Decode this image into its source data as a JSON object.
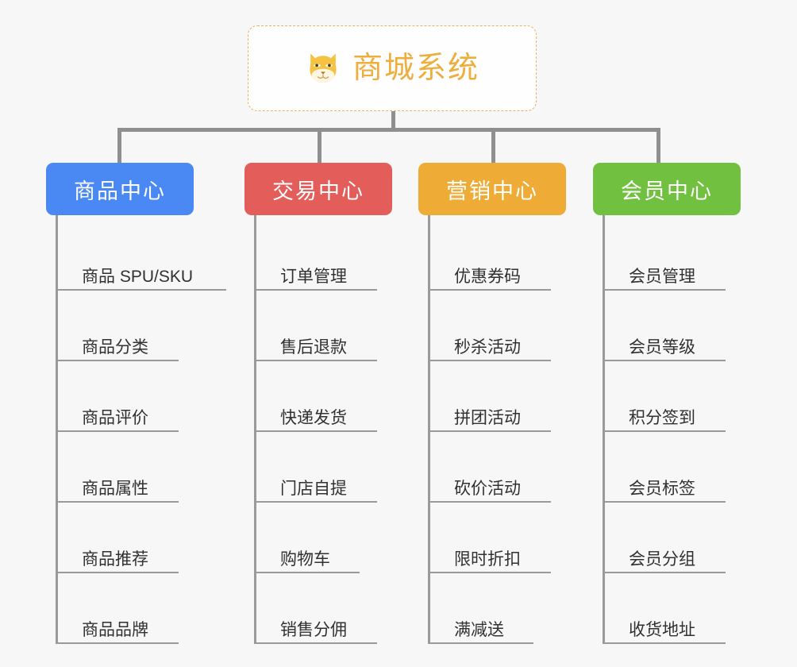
{
  "background_color": "#f7f7f7",
  "root": {
    "title": "商城系统",
    "icon": "shiba-dog-icon",
    "title_color": "#eeae3e",
    "border_color": "#e6b25f"
  },
  "connector_color": "#8f8f8f",
  "columns": [
    {
      "title": "商品中心",
      "color": "#4a89f3",
      "items": [
        "商品 SPU/SKU",
        "商品分类",
        "商品评价",
        "商品属性",
        "商品推荐",
        "商品品牌"
      ]
    },
    {
      "title": "交易中心",
      "color": "#e35d5b",
      "items": [
        "订单管理",
        "售后退款",
        "快递发货",
        "门店自提",
        "购物车",
        "销售分佣"
      ]
    },
    {
      "title": "营销中心",
      "color": "#eeac37",
      "items": [
        "优惠券码",
        "秒杀活动",
        "拼团活动",
        "砍价活动",
        "限时折扣",
        "满减送"
      ]
    },
    {
      "title": "会员中心",
      "color": "#72c040",
      "items": [
        "会员管理",
        "会员等级",
        "积分签到",
        "会员标签",
        "会员分组",
        "收货地址"
      ]
    }
  ]
}
